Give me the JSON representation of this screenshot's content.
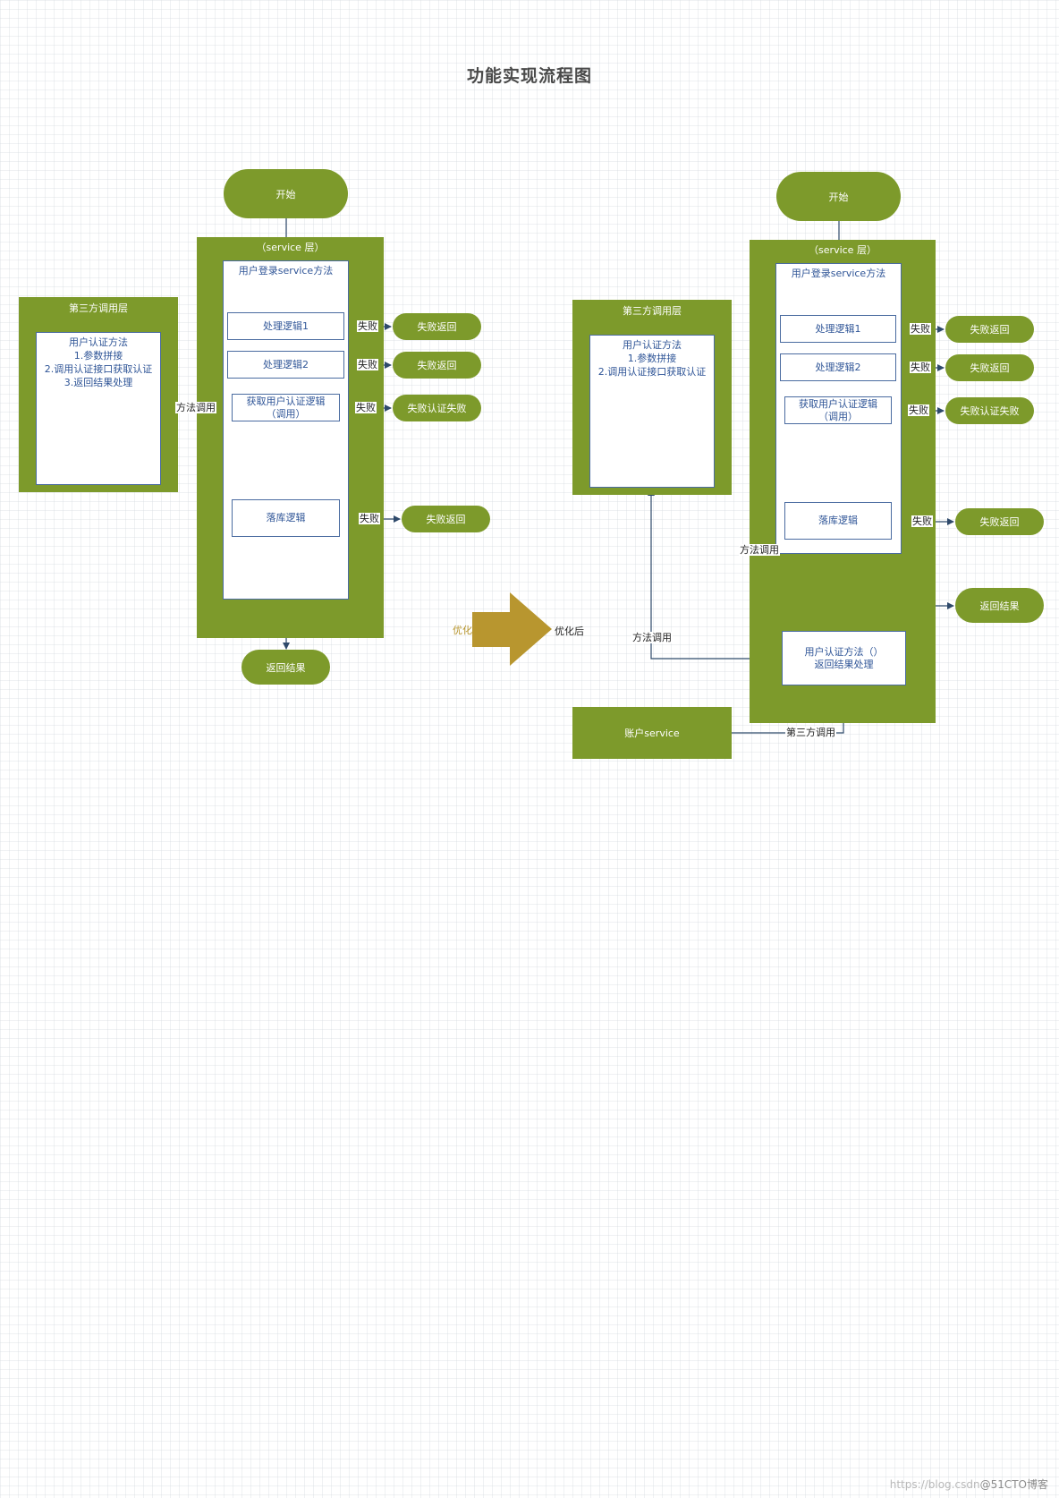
{
  "title": "功能实现流程图",
  "colors": {
    "green": "#7d9a2b",
    "arrow": "#2f4a6b",
    "text_blue": "#2f5597",
    "gold": "#b8962f"
  },
  "before": {
    "start": "开始",
    "service_layer": "（service 层）",
    "method_title": "用户登录service方法",
    "steps": [
      "处理逻辑1",
      "处理逻辑2",
      "获取用户认证逻辑\n（调用）",
      "落库逻辑"
    ],
    "fail_label": "失败",
    "fail_results": [
      "失败返回",
      "失败返回",
      "失败认证失败",
      "失败返回"
    ],
    "third_party_title": "第三方调用层",
    "third_party_text": "用户认证方法\n1.参数拼接\n2.调用认证接口获取认证\n3.返回结果处理",
    "method_call": "方法调用",
    "return_result": "返回结果"
  },
  "transition": {
    "before": "优化前",
    "after": "优化后"
  },
  "after": {
    "start": "开始",
    "service_layer": "（service 层）",
    "method_title": "用户登录service方法",
    "steps": [
      "处理逻辑1",
      "处理逻辑2",
      "获取用户认证逻辑\n（调用）",
      "落库逻辑"
    ],
    "fail_label": "失败",
    "fail_results": [
      "失败返回",
      "失败返回",
      "失败认证失败",
      "失败返回"
    ],
    "third_party_title": "第三方调用层",
    "third_party_text": "用户认证方法\n1.参数拼接\n2.调用认证接口获取认证",
    "method_call_1": "方法调用",
    "method_call_2": "方法调用",
    "auth_box": "用户认证方法（）\n返回结果处理",
    "return_result": "返回结果",
    "account_service": "账户service",
    "third_party_call": "第三方调用"
  },
  "watermark": {
    "prefix": "https://blog.csdn",
    "brand": "@51CTO博客"
  }
}
